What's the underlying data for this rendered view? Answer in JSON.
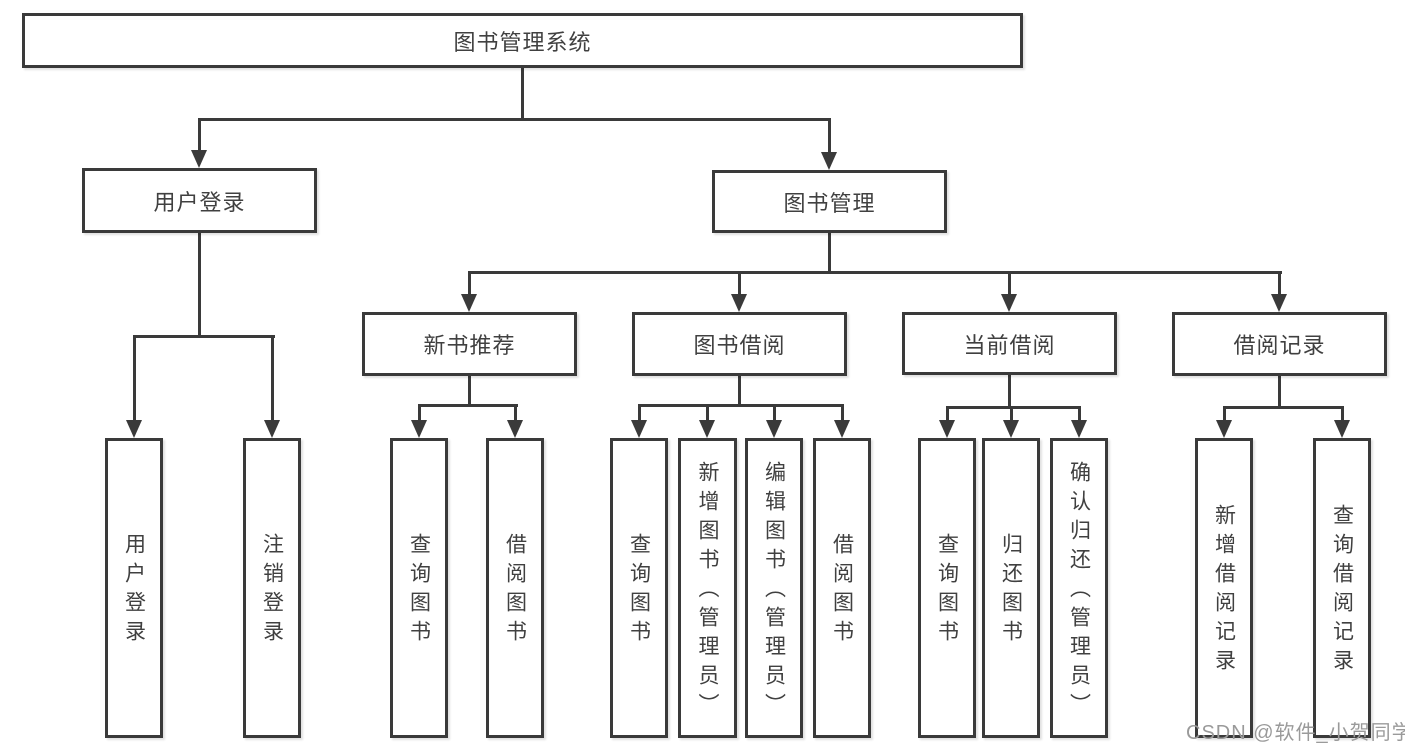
{
  "tree": {
    "root": {
      "label": "图书管理系统",
      "children": [
        {
          "label": "用户登录",
          "children": [
            {
              "label": "用户登录"
            },
            {
              "label": "注销登录"
            }
          ]
        },
        {
          "label": "图书管理",
          "children": [
            {
              "label": "新书推荐",
              "children": [
                {
                  "label": "查询图书"
                },
                {
                  "label": "借阅图书"
                }
              ]
            },
            {
              "label": "图书借阅",
              "children": [
                {
                  "label": "查询图书"
                },
                {
                  "label": "新增图书（管理员）"
                },
                {
                  "label": "编辑图书（管理员）"
                },
                {
                  "label": "借阅图书"
                }
              ]
            },
            {
              "label": "当前借阅",
              "children": [
                {
                  "label": "查询图书"
                },
                {
                  "label": "归还图书"
                },
                {
                  "label": "确认归还（管理员）"
                }
              ]
            },
            {
              "label": "借阅记录",
              "children": [
                {
                  "label": "新增借阅记录"
                },
                {
                  "label": "查询借阅记录"
                }
              ]
            }
          ]
        }
      ]
    }
  },
  "watermark": {
    "text": "CSDN @软件_小贺同学"
  },
  "colors": {
    "line": "#3a3a3a",
    "text": "#404040",
    "watermark": "#9a9a9a",
    "background": "#ffffff"
  }
}
